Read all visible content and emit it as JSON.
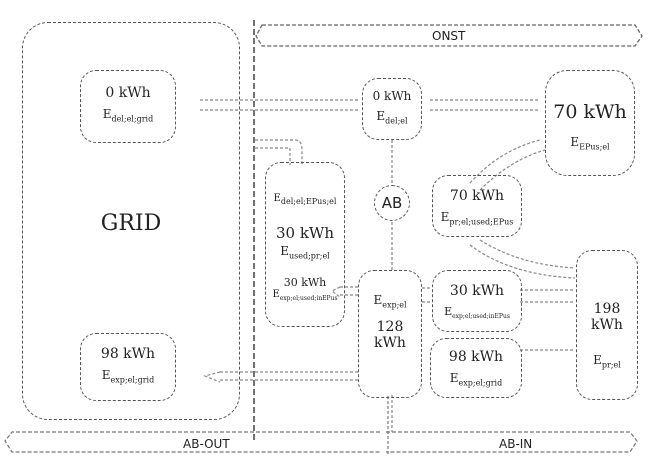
{
  "zones": {
    "top": "ONST",
    "bottom_left": "AB-OUT",
    "bottom_right": "AB-IN"
  },
  "grid": {
    "label": "GRID"
  },
  "hub": {
    "label": "AB"
  },
  "boxes": {
    "del_grid": {
      "value": "0 kWh",
      "sym": "E",
      "sub": "del;el;grid"
    },
    "exp_grid_left": {
      "value": "98 kWh",
      "sym": "E",
      "sub": "exp;el;grid"
    },
    "del_el": {
      "value": "0 kWh",
      "sym": "E",
      "sub": "del;el"
    },
    "epus": {
      "value": "70 kWh",
      "sym": "E",
      "sub": "EPus;el"
    },
    "mid_left": {
      "top_sym": "E",
      "top_sub": "del;el;EPus;el",
      "value1": "30 kWh",
      "sym1": "E",
      "sub1": "used;pr;el",
      "value2": "30 kWh",
      "sym2": "E",
      "sub2": "exp;el;used;inEPus"
    },
    "pr_used_epus": {
      "value": "70 kWh",
      "sym": "E",
      "sub": "pr;el;used;EPus"
    },
    "exp_el": {
      "sym": "E",
      "sub": "exp;el",
      "value": "128 kWh"
    },
    "exp_used": {
      "value": "30 kWh",
      "sym": "E",
      "sub": "exp;el;used;inEPus"
    },
    "exp_grid_right": {
      "value": "98 kWh",
      "sym": "E",
      "sub": "exp;el;grid"
    },
    "pr_el": {
      "value": "198 kWh",
      "sym": "E",
      "sub": "pr;el"
    }
  },
  "colors": {
    "line": "#555555",
    "arrow": "#888888"
  }
}
